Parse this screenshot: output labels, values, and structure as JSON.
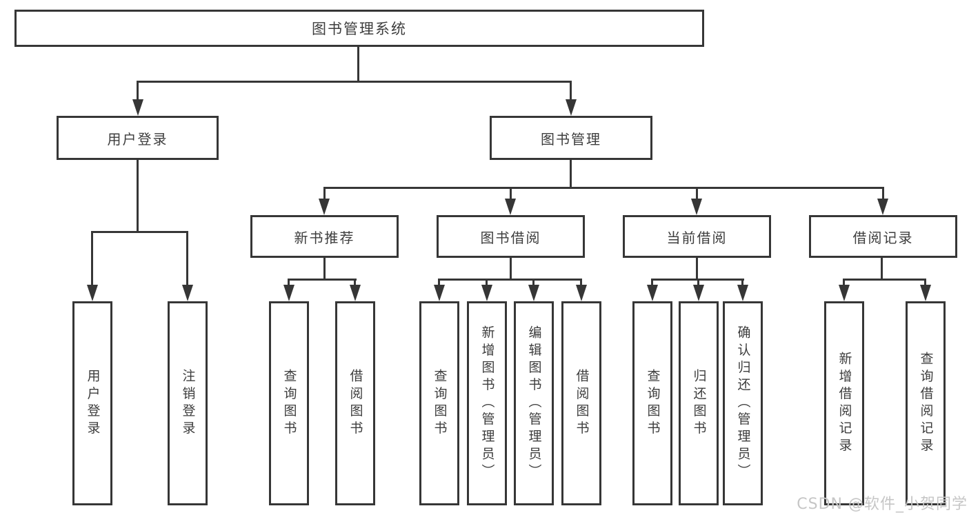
{
  "diagram": {
    "title": "图书管理系统",
    "root": {
      "label": "图书管理系统"
    },
    "level2": [
      {
        "label": "用户登录"
      },
      {
        "label": "图书管理"
      }
    ],
    "level3": [
      {
        "label": "新书推荐"
      },
      {
        "label": "图书借阅"
      },
      {
        "label": "当前借阅"
      },
      {
        "label": "借阅记录"
      }
    ],
    "leaves": [
      {
        "label": "用户登录"
      },
      {
        "label": "注销登录"
      },
      {
        "label": "查询图书"
      },
      {
        "label": "借阅图书"
      },
      {
        "label": "查询图书"
      },
      {
        "label": "新增图书（管理员）"
      },
      {
        "label": "编辑图书（管理员）"
      },
      {
        "label": "借阅图书"
      },
      {
        "label": "查询图书"
      },
      {
        "label": "归还图书"
      },
      {
        "label": "确认归还（管理员）"
      },
      {
        "label": "新增借阅记录"
      },
      {
        "label": "查询借阅记录"
      }
    ]
  },
  "watermark": {
    "text": "CSDN @软件_小贺同学"
  },
  "colors": {
    "line": "#363636",
    "text": "#3d3d3d",
    "background": "#ffffff",
    "watermark": "#c6c6c6"
  }
}
